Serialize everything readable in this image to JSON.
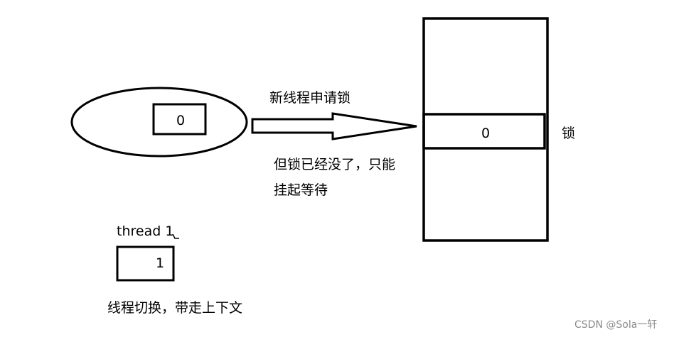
{
  "diagram": {
    "thread_value": "0",
    "arrow_label": "新线程申请锁",
    "lock_value": "0",
    "lock_label": "锁",
    "result_line1": "但锁已经没了，只能",
    "result_line2": "挂起等待",
    "thread1_label": "thread 1",
    "thread1_value": "1",
    "switch_label": "线程切换，带走上下文"
  },
  "watermark": "CSDN @Sola一轩"
}
